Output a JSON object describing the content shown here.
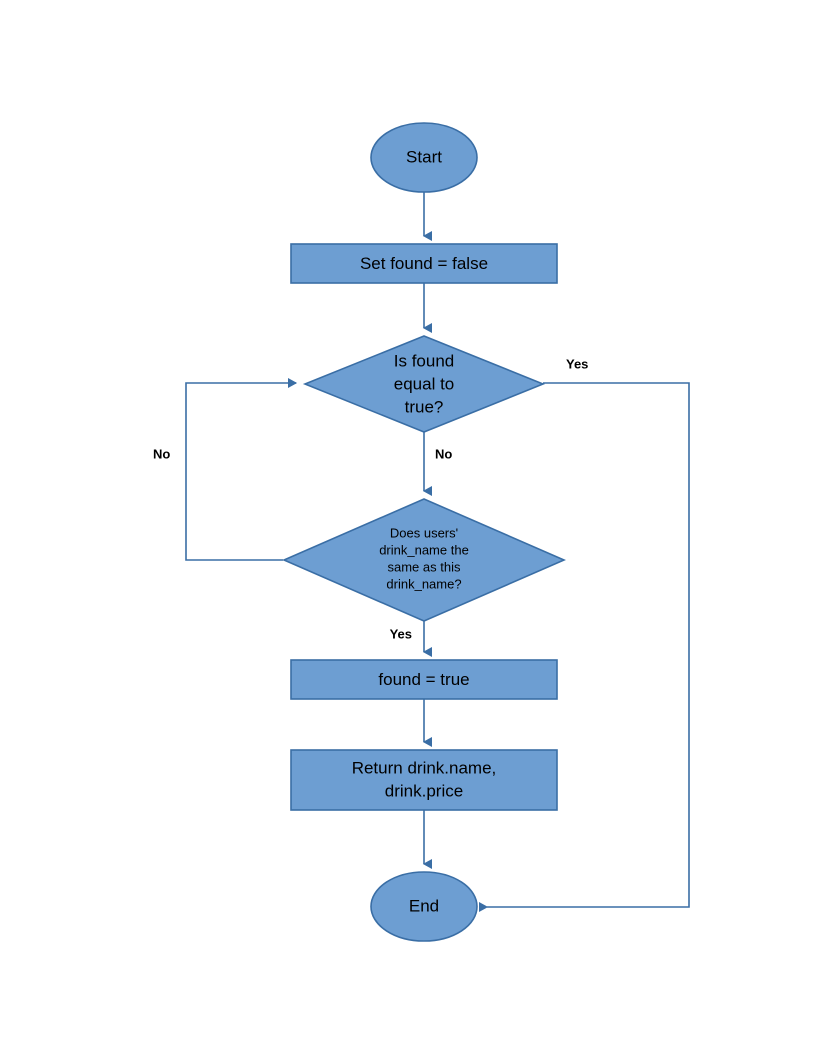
{
  "diagram": {
    "type": "flowchart",
    "title": "",
    "style": {
      "node_fill": "#6d9ed2",
      "node_stroke": "#3a6ea5",
      "connector_stroke": "#3a6ea5",
      "text_color": "#000000",
      "background": "#ffffff"
    },
    "nodes": [
      {
        "id": "start",
        "shape": "ellipse",
        "label": "Start"
      },
      {
        "id": "set_found",
        "shape": "rectangle",
        "label": "Set found = false"
      },
      {
        "id": "is_found",
        "shape": "diamond",
        "label_lines": [
          "Is found",
          "equal to",
          "true?"
        ]
      },
      {
        "id": "compare",
        "shape": "diamond",
        "label_lines": [
          "Does users'",
          "drink_name the",
          "same as this",
          "drink_name?"
        ]
      },
      {
        "id": "found_true",
        "shape": "rectangle",
        "label": "found = true"
      },
      {
        "id": "return",
        "shape": "rectangle",
        "label_lines": [
          "Return drink.name,",
          "drink.price"
        ]
      },
      {
        "id": "end",
        "shape": "ellipse",
        "label": "End"
      }
    ],
    "edges": [
      {
        "id": "e1",
        "from": "start",
        "to": "set_found",
        "label": ""
      },
      {
        "id": "e2",
        "from": "set_found",
        "to": "is_found",
        "label": ""
      },
      {
        "id": "e3",
        "from": "is_found",
        "to": "end",
        "label": "Yes"
      },
      {
        "id": "e4",
        "from": "is_found",
        "to": "compare",
        "label": "No"
      },
      {
        "id": "e5",
        "from": "compare",
        "to": "is_found",
        "label": "No"
      },
      {
        "id": "e6",
        "from": "compare",
        "to": "found_true",
        "label": "Yes"
      },
      {
        "id": "e7",
        "from": "found_true",
        "to": "return",
        "label": ""
      },
      {
        "id": "e8",
        "from": "return",
        "to": "end",
        "label": ""
      }
    ],
    "labels": {
      "yes_right": "Yes",
      "no_down": "No",
      "no_left": "No",
      "yes_down": "Yes"
    }
  }
}
